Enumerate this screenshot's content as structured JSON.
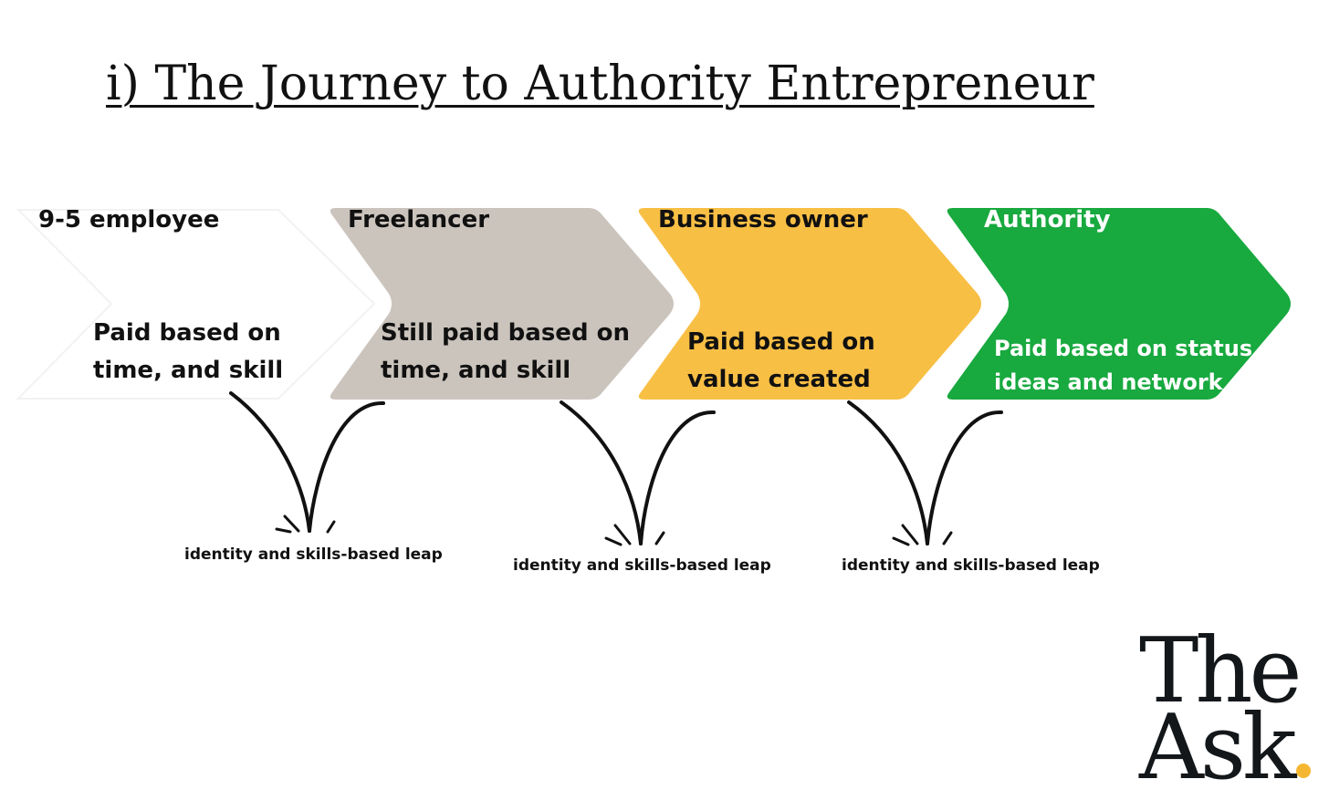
{
  "title": "i) The Journey to Authority Entrepreneur",
  "stages": [
    {
      "name": "9-5 employee",
      "description_lines": [
        "Paid based on",
        "time, and skill"
      ],
      "color": "#ffffff"
    },
    {
      "name": "Freelancer",
      "description_lines": [
        "Still paid based on",
        "time, and skill"
      ],
      "color": "#cbc4bd"
    },
    {
      "name": "Business owner",
      "description_lines": [
        "Paid based on",
        "value created"
      ],
      "color": "#f8bf45"
    },
    {
      "name": "Authority",
      "description_lines": [
        "Paid based on status,",
        "ideas and network"
      ],
      "color": "#18a93f"
    }
  ],
  "leaps": [
    {
      "label": "identity and skills-based leap"
    },
    {
      "label": "identity and skills-based leap"
    },
    {
      "label": "identity and skills-based leap"
    }
  ],
  "logo": {
    "line1": "The",
    "line2": "Ask",
    "dot_color": "#f5b731"
  }
}
